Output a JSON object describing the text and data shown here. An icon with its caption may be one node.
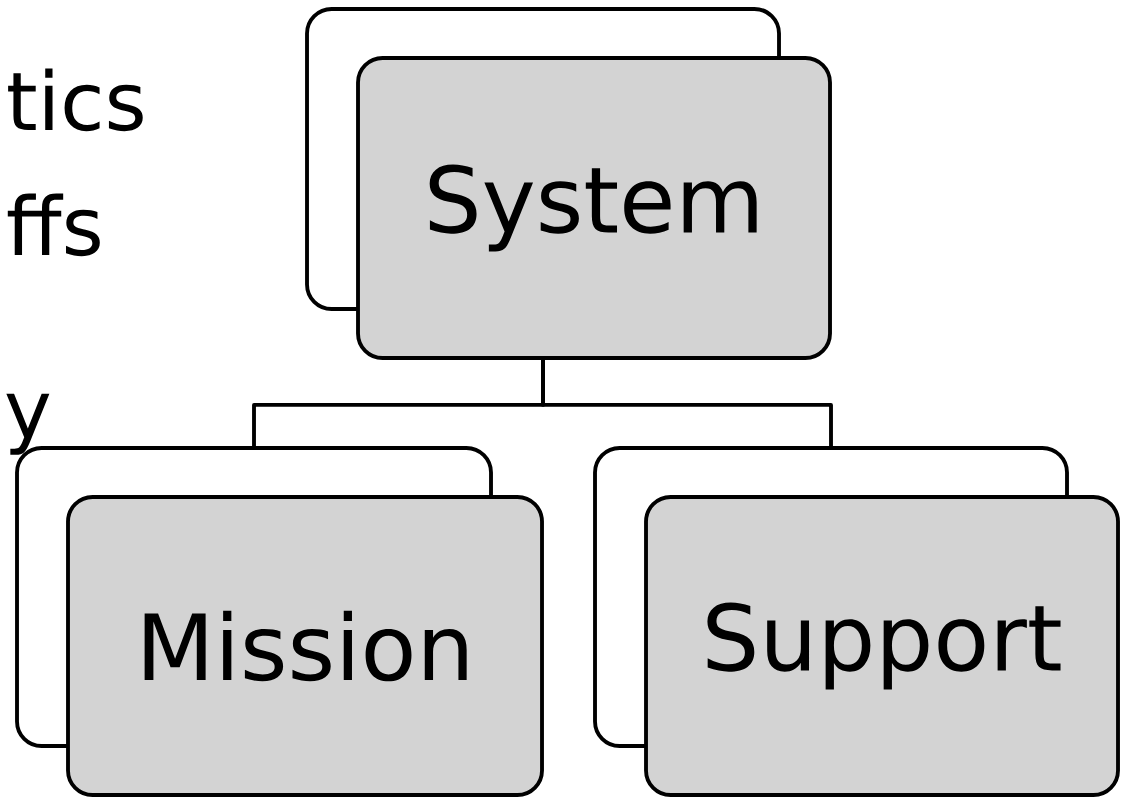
{
  "diagram": {
    "nodes": [
      {
        "text": [
          "System"
        ]
      },
      {
        "text": [
          "Mission"
        ]
      },
      {
        "text": [
          "Support"
        ]
      }
    ],
    "edges": [
      {
        "from": 0,
        "to": 1,
        "arrow": "none"
      },
      {
        "from": 0,
        "to": 2,
        "arrow": "none"
      }
    ],
    "labels": [
      "tics",
      "ffs",
      "y"
    ]
  }
}
